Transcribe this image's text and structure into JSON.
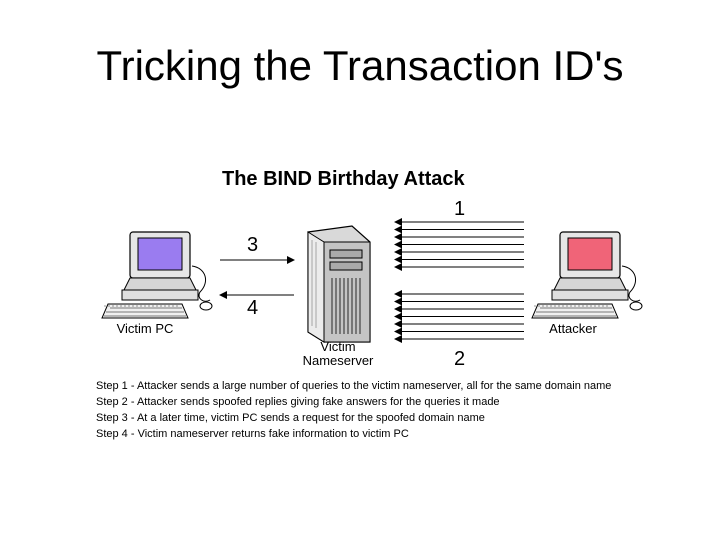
{
  "slide": {
    "title": "Tricking the Transaction ID's"
  },
  "diagram": {
    "title": "The BIND Birthday Attack",
    "arrow_labels": {
      "one": "1",
      "two": "2",
      "three": "3",
      "four": "4"
    },
    "nodes": {
      "victim_pc": "Victim PC",
      "nameserver_line1": "Victim",
      "nameserver_line2": "Nameserver",
      "attacker": "Attacker"
    },
    "colors": {
      "victim_screen": "#9a7cf0",
      "attacker_screen": "#f06478"
    }
  },
  "steps": [
    "Step 1 - Attacker sends a large number of queries to the victim nameserver, all for the same domain name",
    "Step 2 - Attacker sends spoofed replies giving fake answers for the queries it made",
    "Step 3 - At a later time, victim PC sends a request for the spoofed domain name",
    "Step 4 - Victim nameserver returns fake information to victim PC"
  ]
}
